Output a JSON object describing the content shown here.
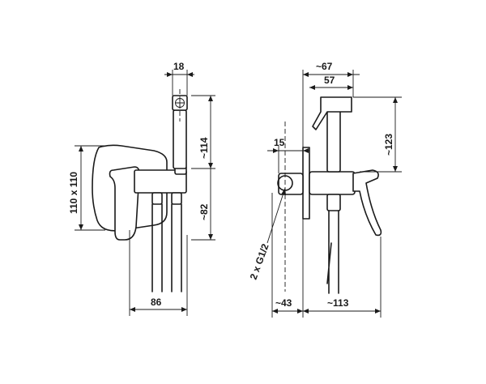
{
  "drawing": {
    "dimensions": {
      "plate_size": "110 x 110",
      "depth": "86",
      "handshower_width": "18",
      "handshower_height": "~114",
      "outlet_height": "~82",
      "overall_width": "~67",
      "head_width": "57",
      "head_height": "~123",
      "wall_offset": "15",
      "thread": "2 x G1/2",
      "connector_depth": "~43",
      "lever_reach": "~113"
    }
  }
}
